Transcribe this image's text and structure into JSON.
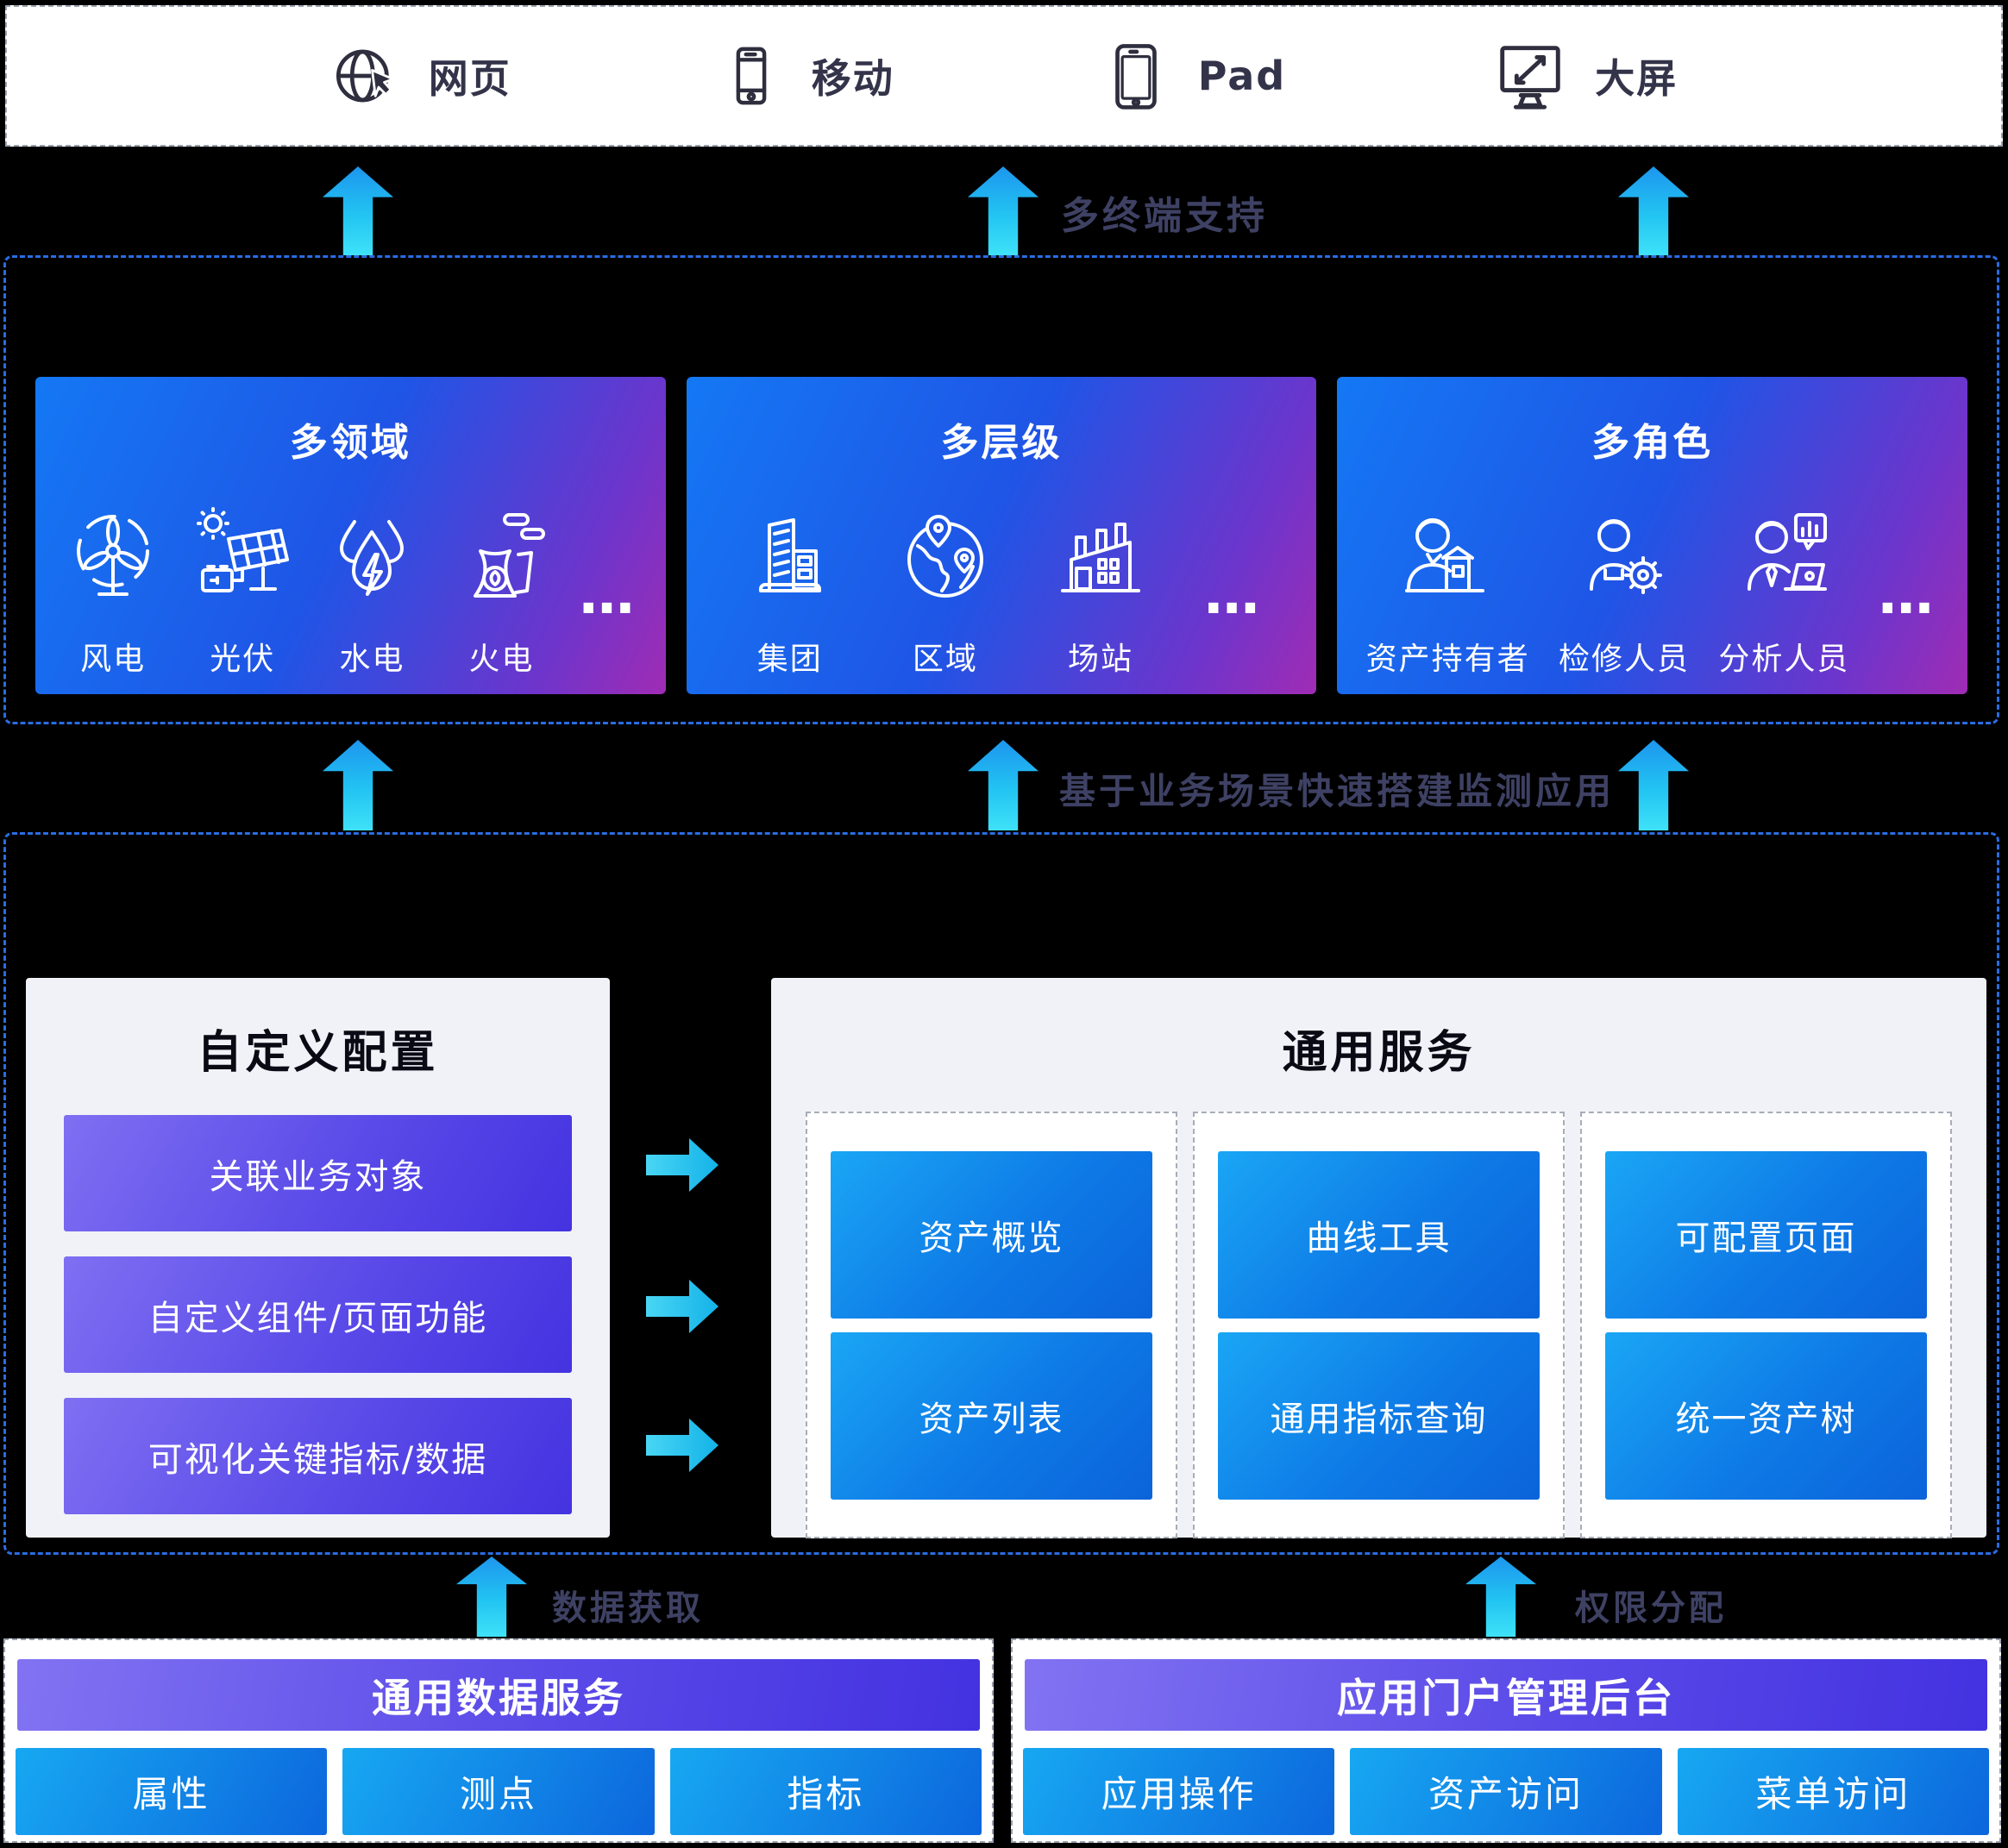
{
  "device_bar": {
    "items": [
      {
        "label": "网页",
        "icon": "web-globe-cursor-icon"
      },
      {
        "label": "移动",
        "icon": "mobile-phone-icon"
      },
      {
        "label": "Pad",
        "icon": "tablet-icon"
      },
      {
        "label": "大屏",
        "icon": "big-screen-icon"
      }
    ]
  },
  "flow_labels": {
    "multi_terminal": "多终端支持",
    "build_monitor_apps": "基于业务场景快速搭建监测应用",
    "data_fetch": "数据获取",
    "permission_assign": "权限分配"
  },
  "scenario": {
    "cards": [
      {
        "title": "多领域",
        "ellipsis": "…",
        "items": [
          {
            "label": "风电",
            "icon": "wind-turbine-icon"
          },
          {
            "label": "光伏",
            "icon": "solar-panel-icon"
          },
          {
            "label": "水电",
            "icon": "hydro-drop-icon"
          },
          {
            "label": "火电",
            "icon": "thermal-plant-icon"
          }
        ]
      },
      {
        "title": "多层级",
        "ellipsis": "…",
        "items": [
          {
            "label": "集团",
            "icon": "group-building-icon"
          },
          {
            "label": "区域",
            "icon": "region-globe-pin-icon"
          },
          {
            "label": "场站",
            "icon": "station-factory-icon"
          }
        ]
      },
      {
        "title": "多角色",
        "ellipsis": "…",
        "items": [
          {
            "label": "资产持有者",
            "icon": "asset-holder-icon"
          },
          {
            "label": "检修人员",
            "icon": "maintenance-worker-icon"
          },
          {
            "label": "分析人员",
            "icon": "analyst-icon"
          }
        ]
      }
    ]
  },
  "platform": {
    "custom_config": {
      "title": "自定义配置",
      "buttons": [
        {
          "label": "关联业务对象"
        },
        {
          "label": "自定义组件/页面功能"
        },
        {
          "label": "可视化关键指标/数据"
        }
      ]
    },
    "common_services": {
      "title": "通用服务",
      "columns": [
        {
          "tiles": [
            {
              "label": "资产概览"
            },
            {
              "label": "资产列表"
            }
          ]
        },
        {
          "tiles": [
            {
              "label": "曲线工具"
            },
            {
              "label": "通用指标查询"
            }
          ]
        },
        {
          "tiles": [
            {
              "label": "可配置页面"
            },
            {
              "label": "统一资产树"
            }
          ]
        }
      ]
    }
  },
  "foundation": {
    "data_service": {
      "title": "通用数据服务",
      "buttons": [
        {
          "label": "属性"
        },
        {
          "label": "测点"
        },
        {
          "label": "指标"
        }
      ]
    },
    "portal_admin": {
      "title": "应用门户管理后台",
      "buttons": [
        {
          "label": "应用操作"
        },
        {
          "label": "资产访问"
        },
        {
          "label": "菜单访问"
        }
      ]
    }
  },
  "colors": {
    "background": "#000000",
    "arrow_cyan_top": "#1d96ee",
    "arrow_cyan_bottom": "#3fe2f8",
    "dashed_container_border": "#2b6ce2",
    "scenario_card_gradient": [
      "#1478f4",
      "#1f55e6",
      "#6c35cc",
      "#a02cb4"
    ],
    "purple_gradient": [
      "#7f6ff2",
      "#4433e0"
    ],
    "blue_tile_gradient": [
      "#1aa6f5",
      "#0b63da"
    ],
    "panel_background": "#f1f2f7",
    "flow_label_text": "#3e4163",
    "device_text": "#33334a"
  }
}
